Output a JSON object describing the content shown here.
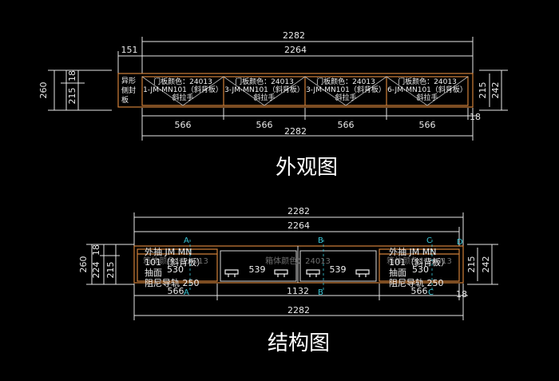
{
  "top_view": {
    "caption": "外观图",
    "dim_total": "2282",
    "dim_inner": "2264",
    "dim_left_offset": "151",
    "dim_bottom_total": "2282",
    "dim_bottom_segments": [
      "566",
      "566",
      "566",
      "566"
    ],
    "dim_end": "18",
    "left_height_total": "260",
    "left_height_a": "215",
    "left_height_b": "18",
    "right_height_a": "215",
    "right_height_b": "242",
    "side_panel_label": [
      "异形",
      "侧封",
      "板"
    ],
    "panels": [
      {
        "color_line": "门板颜色：24013",
        "code_line": "1-JM-MN101（斜背板）",
        "handle": "斜拉手"
      },
      {
        "color_line": "门板颜色：24013",
        "code_line": "3-JM-MN101（斜背板）",
        "handle": "斜拉手"
      },
      {
        "color_line": "门板颜色：24013",
        "code_line": "3-JM-MN101（斜背板）",
        "handle": "斜拉手"
      },
      {
        "color_line": "门板颜色：24013",
        "code_line": "6-JM-MN101（斜背板）",
        "handle": "斜拉手"
      }
    ],
    "colors": {
      "frame": "#d0803a",
      "line": "#e6e6e6"
    }
  },
  "bottom_view": {
    "caption": "结构图",
    "dim_total": "2282",
    "dim_inner": "2264",
    "dim_bottom_total": "2282",
    "dim_bottom_segments": [
      "566",
      "1132",
      "566"
    ],
    "dim_end": "18",
    "left_height_total": "260",
    "left_height_a": "224",
    "left_height_b": "18",
    "left_height_c": "215",
    "right_height_a": "215",
    "right_height_b": "242",
    "section_marks": [
      "A",
      "B",
      "C",
      "D",
      "A",
      "B",
      "C"
    ],
    "left_drawer": [
      "外抽 JM MN",
      "101（斜背板）",
      "抽面",
      "阻尼导轨 250"
    ],
    "left_drawer_width": "530",
    "right_drawer": [
      "外抽 JM MN",
      "101（斜背板）",
      "抽面",
      "阻尼导轨 250"
    ],
    "right_drawer_width": "530",
    "inner_width_a": "539",
    "inner_width_b": "539",
    "watermark": "箱体颜色：24013",
    "colors": {
      "frame": "#d0803a",
      "line": "#e6e6e6",
      "marker": "#39c6d6"
    }
  }
}
